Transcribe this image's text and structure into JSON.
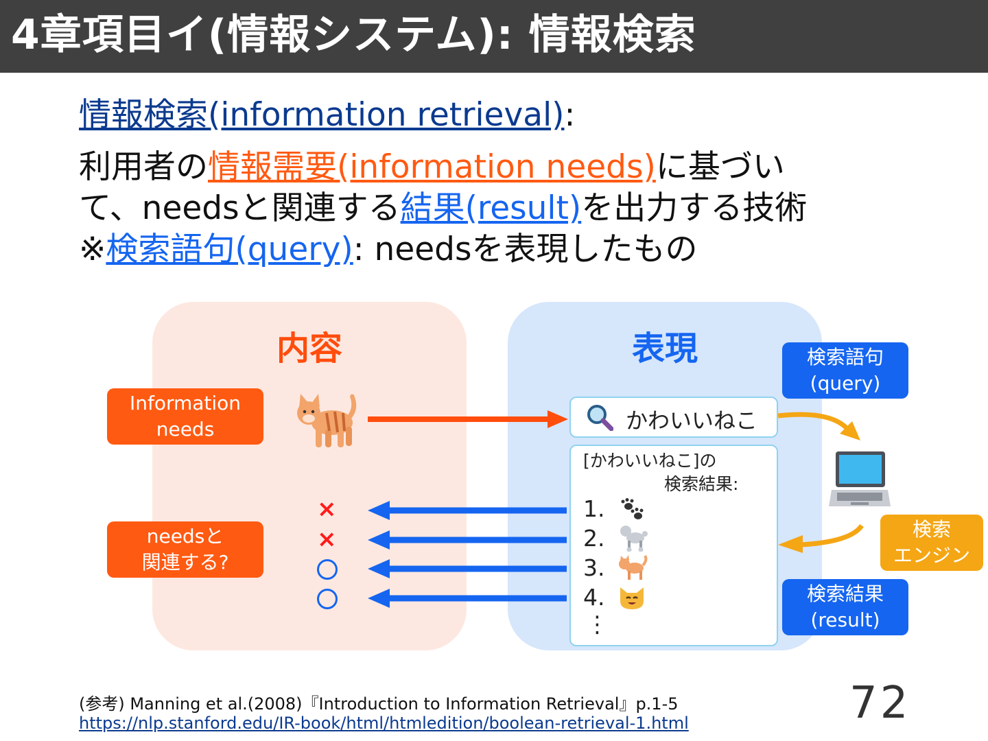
{
  "header": {
    "title": "4章項目イ(情報システム): 情報検索"
  },
  "definition": {
    "term": "情報検索(information retrieval)",
    "term_suffix": ":",
    "line1_prefix": "利用者の",
    "line1_highlight": "情報需要(information needs)",
    "line1_suffix": "に基づい",
    "line2_prefix": "て、needsと関連する",
    "line2_highlight": "結果(result)",
    "line2_suffix": "を出力する技術",
    "line3_prefix": "※",
    "line3_highlight": "検索語句(query)",
    "line3_suffix": ": needsを表現したもの"
  },
  "diagram": {
    "content_title": "内容",
    "expression_title": "表現",
    "info_needs_line1": "Information",
    "info_needs_line2": "needs",
    "relevant_line1": "needsと",
    "relevant_line2": "関連する?",
    "query_label_line1": "検索語句",
    "query_label_line2": "(query)",
    "engine_label_line1": "検索",
    "engine_label_line2": "エンジン",
    "result_label_line1": "検索結果",
    "result_label_line2": "(result)",
    "query_text": "かわいいねこ",
    "result_header_line1": "[かわいいねこ]の",
    "result_header_line2": "検索結果:",
    "results": [
      "1.",
      "2.",
      "3.",
      "4."
    ],
    "ellipsis": "⋮",
    "marks": [
      "×",
      "×",
      "○",
      "○"
    ],
    "icons": [
      "cat-icon",
      "magnifier-icon",
      "laptop-icon",
      "paw-prints-icon",
      "poodle-icon",
      "cat-icon",
      "smiling-cat-face-icon"
    ],
    "colors": {
      "orange": "#ff5a12",
      "blue": "#1565f0",
      "gold": "#f5a614",
      "pink_panel": "#fde8e1",
      "blue_panel": "#d6e6fb"
    }
  },
  "footer": {
    "reference": "(参考) Manning et al.(2008)『Introduction to Information Retrieval』p.1-5",
    "url": "https://nlp.stanford.edu/IR-book/html/htmledition/boolean-retrieval-1.html"
  },
  "page_number": "72"
}
